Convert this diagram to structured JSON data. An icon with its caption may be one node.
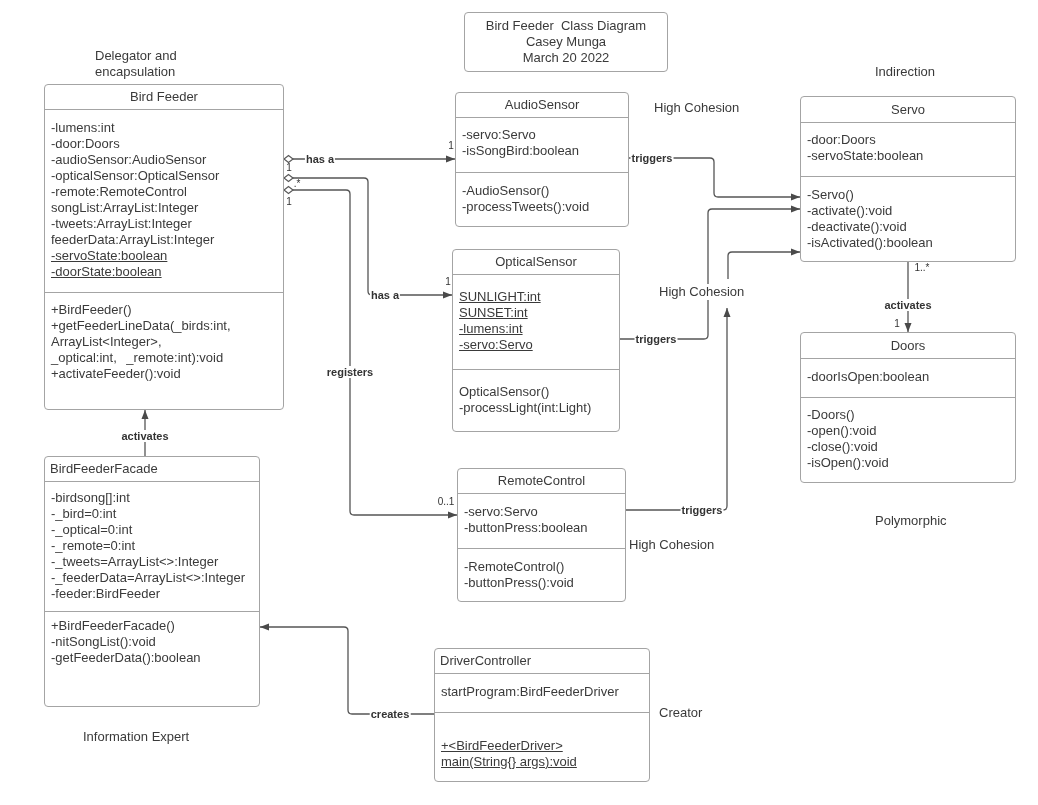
{
  "diagram": {
    "nodes": [
      {
        "text": [
          "Bird Feeder  Class Diagram",
          "Casey Munga",
          "March 20 2022"
        ]
      },
      {
        "text": [
          "Bird Feeder"
        ],
        "beside": [
          "Delegator and encapsulation"
        ]
      },
      {
        "text": [
          "-lumens:int",
          "-door:Doors",
          "-audioSensor:AudioSensor",
          "-opticalSensor:OpticalSensor",
          "-remote:RemoteControl",
          "songList:ArrayList:Integer",
          "-tweets:ArrayList:Integer",
          "feederData:ArrayList:Integer",
          "-servoState:boolean",
          "-doorState:boolean"
        ],
        "in": 1
      },
      {
        "text": [
          "+BirdFeeder()",
          "+getFeederLineData(_birds:int, ArrayList<Integer>, _optical:int, _remote:int):void",
          "+activateFeeder():void"
        ],
        "in": 1
      },
      {
        "text": [
          "AudioSensor"
        ]
      },
      {
        "text": [
          "-servo:Servo",
          "-isSongBird:boolean"
        ],
        "in": 4
      },
      {
        "text": [
          "-AudioSensor()",
          "-processTweets():void"
        ],
        "in": 4
      },
      {
        "text": [
          "High Cohesion"
        ]
      },
      {
        "text": [
          "Servo"
        ],
        "beside": [
          "Indirection"
        ]
      },
      {
        "text": [
          "-door:Doors",
          "-servoState:boolean"
        ],
        "in": 8
      },
      {
        "text": [
          "-Servo()",
          "-activate():void",
          "-deactivate():void",
          "-isActivated():boolean"
        ],
        "in": 8
      },
      {
        "text": [
          "OpticalSensor"
        ]
      },
      {
        "text": [
          "SUNLIGHT:int",
          "SUNSET:int",
          "-lumens:int",
          "-servo:Servo"
        ],
        "in": 11
      },
      {
        "text": [
          "OpticalSensor()",
          "-processLight(int:Light)"
        ],
        "in": 11
      },
      {
        "text": [
          "High Cohesion"
        ]
      },
      {
        "text": [
          "Doors"
        ],
        "beside": [
          "Polymorphic"
        ]
      },
      {
        "text": [
          "-doorIsOpen:boolean"
        ],
        "in": 15
      },
      {
        "text": [
          "-Doors()",
          "-open():void",
          "-close():void",
          "-isOpen():void"
        ],
        "in": 15
      },
      {
        "text": [
          "BirdFeederFacade"
        ],
        "beside": [
          "Information Expert"
        ]
      },
      {
        "text": [
          "-birdsong[]:int",
          "-_bird=0:int",
          "-_optical=0:int",
          "-_remote=0:int",
          "-_tweets=ArrayList<>:Integer",
          "-_feederData=ArrayList<>:Integer",
          "-feeder:BirdFeeder"
        ],
        "in": 18
      },
      {
        "text": [
          "+BirdFeederFacade()",
          "-nitSongList():void",
          "-getFeederData():boolean"
        ],
        "in": 18
      },
      {
        "text": [
          "RemoteControl"
        ]
      },
      {
        "text": [
          "-servo:Servo",
          "-buttonPress:boolean"
        ],
        "in": 21
      },
      {
        "text": [
          "-RemoteControl()",
          "-buttonPress():void"
        ],
        "in": 21
      },
      {
        "text": [
          "High Cohesion"
        ]
      },
      {
        "text": [
          "DriverController"
        ],
        "beside": [
          "Creator"
        ]
      },
      {
        "text": [
          "startProgram:BirdFeederDriver"
        ],
        "in": 25
      },
      {
        "text": [
          "+<BirdFeederDriver>",
          "main(String{} args):void"
        ],
        "in": 25
      }
    ],
    "edges": [
      {
        "from": 1,
        "to": 4,
        "arrow": "to",
        "label": "has a"
      },
      {
        "from": 1,
        "to": 11,
        "arrow": "to",
        "label": "has a"
      },
      {
        "from": 1,
        "to": 21,
        "arrow": "to",
        "label": "registers"
      },
      {
        "from": 4,
        "to": 8,
        "arrow": "to",
        "label": "triggers"
      },
      {
        "from": 11,
        "to": 8,
        "arrow": "to",
        "label": "triggers"
      },
      {
        "from": 21,
        "to": 14,
        "arrow": "to",
        "label": "triggers"
      },
      {
        "from": 14,
        "to": 8,
        "arrow": "to"
      },
      {
        "from": 8,
        "to": 15,
        "arrow": "to",
        "label": "activates"
      },
      {
        "from": 18,
        "to": 1,
        "arrow": "to",
        "label": "activates"
      },
      {
        "from": 25,
        "to": 18,
        "arrow": "to",
        "label": "creates"
      }
    ],
    "labels": [
      "1",
      "1",
      ".*",
      "1",
      "1..*",
      "1",
      "1",
      "0..1"
    ]
  }
}
